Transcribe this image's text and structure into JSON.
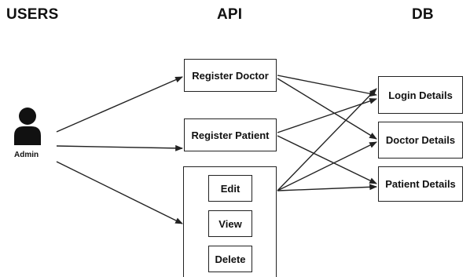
{
  "headers": {
    "users": "USERS",
    "api": "API",
    "db": "DB"
  },
  "user": {
    "label": "Admin",
    "icon": "user-icon"
  },
  "api": {
    "register_doctor": "Register Doctor",
    "register_patient": "Register Patient",
    "actions": {
      "edit": "Edit",
      "view": "View",
      "delete": "Delete"
    }
  },
  "db": {
    "login": "Login Details",
    "doctor": "Doctor Details",
    "patient": "Patient Details"
  },
  "colors": {
    "line": "#222222",
    "icon": "#111111",
    "background": "#ffffff"
  }
}
